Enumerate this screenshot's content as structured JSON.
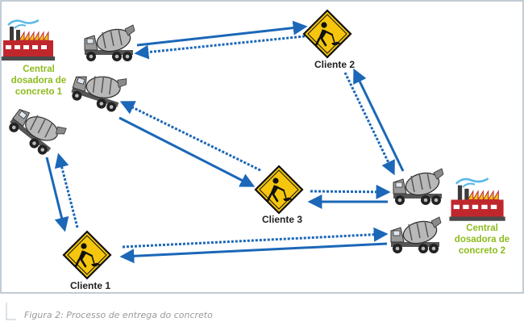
{
  "caption": "Figura 2: Processo de entrega do concreto",
  "colors": {
    "arrow": "#1b67b8",
    "plant_label": "#8dbb1d",
    "frame": "#9aaab8",
    "sign_fill": "#f5c60d",
    "factory_red": "#c0272d",
    "smoke": "#5bb8e8"
  },
  "icons": {
    "plant": "factory-icon",
    "truck": "concrete-mixer-truck-icon",
    "client": "construction-worker-sign-icon"
  },
  "plants": [
    {
      "id": "plant1",
      "lines": [
        "Central",
        "dosadora de",
        "concreto 1"
      ]
    },
    {
      "id": "plant2",
      "lines": [
        "Central",
        "dosadora de",
        "concreto 2"
      ]
    }
  ],
  "clients": [
    {
      "id": "client1",
      "label": "Cliente 1"
    },
    {
      "id": "client2",
      "label": "Cliente 2"
    },
    {
      "id": "client3",
      "label": "Cliente 3"
    }
  ]
}
